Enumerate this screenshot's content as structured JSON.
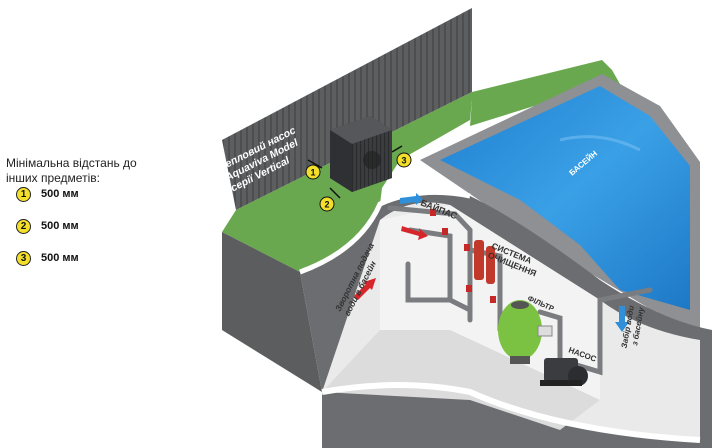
{
  "legend": {
    "title": "Мінімальна відстань до\nінших предметів:",
    "items": [
      {
        "num": "1",
        "value": "500 мм"
      },
      {
        "num": "2",
        "value": "500 мм"
      },
      {
        "num": "3",
        "value": "500 мм"
      }
    ]
  },
  "diagram": {
    "heat_pump_label": [
      "Тепловий насос",
      "Aquaviva Model",
      "серії Vertical"
    ],
    "pool_label": "БАСЕЙН",
    "bypass_label": "БАЙПАС",
    "cleaning_label": [
      "СИСТЕМА",
      "ОЧИЩЕННЯ"
    ],
    "filter_label": "ФІЛЬТР",
    "pump_label": "НАСОС",
    "return_label": [
      "Зворотна подача",
      "води в басейн"
    ],
    "intake_label": [
      "Забір води",
      "з басейну"
    ],
    "markers": [
      "1",
      "2",
      "3"
    ]
  },
  "colors": {
    "grass": "#6aa84f",
    "wall": "#5b5d5f",
    "pool": "#2e8fd6",
    "marker": "#f2df2c",
    "arrow_red": "#d6262b",
    "arrow_blue": "#2f8fd8",
    "filter": "#7cc242"
  }
}
